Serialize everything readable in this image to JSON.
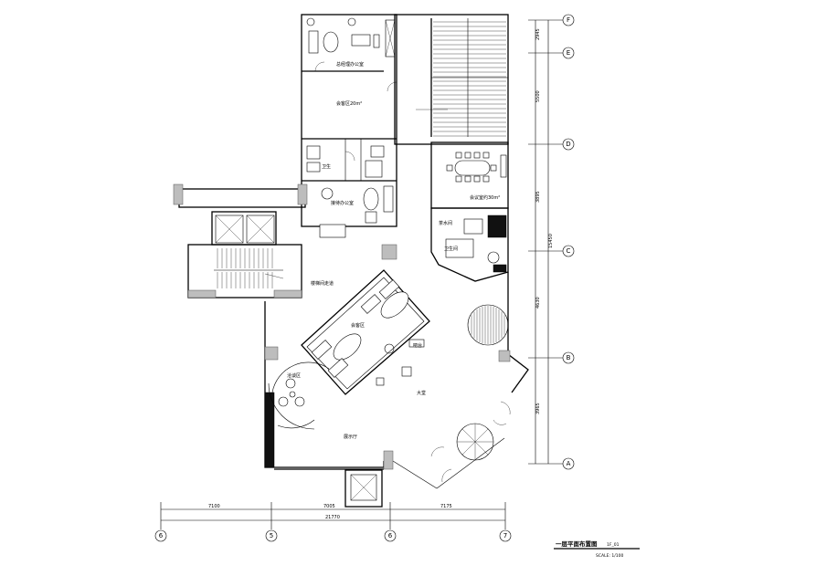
{
  "drawing": {
    "title": "一层平面布置图",
    "title_tag": "1F_01",
    "scale": "SCALE: 1/100"
  },
  "rooms": {
    "office_top": "总经理办公室",
    "area_label": "会客区20m²",
    "bathroom": "卫生",
    "secretary": "接待办公室",
    "stair_landing": "楼梯间走道",
    "meeting_room": "会议室约30m²",
    "tea_room": "茶水间",
    "lounge": "卫生间",
    "sofa_area": "会客区",
    "hall": "大堂",
    "cafe": "吧台",
    "round_room": "洽谈区",
    "exhibition": "展示厅"
  },
  "axes": {
    "bottom": [
      "6",
      "5",
      "6",
      "7"
    ],
    "right": [
      "F",
      "E",
      "D",
      "C",
      "B",
      "A"
    ]
  },
  "dimensions": {
    "bottom_segments": [
      "7100",
      "7005",
      "7175"
    ],
    "bottom_total": "21770",
    "right_segments": [
      "2945",
      "5500",
      "3895",
      "4630",
      "3965"
    ],
    "right_total": "15450"
  }
}
